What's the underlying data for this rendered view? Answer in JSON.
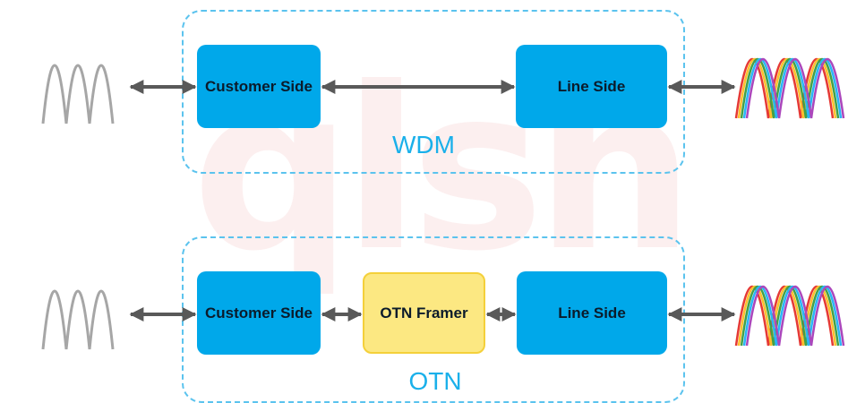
{
  "watermark": "qlsn",
  "wdm": {
    "group_label": "WDM",
    "customer_side": "Customer Side",
    "line_side": "Line Side"
  },
  "otn": {
    "group_label": "OTN",
    "customer_side": "Customer Side",
    "framer": "OTN Framer",
    "line_side": "Line Side"
  },
  "colors": {
    "block_blue": "#00a8ea",
    "framer_yellow": "#fce882",
    "dashed_border": "#5bc3ee",
    "arrow": "#595959",
    "signal_gray": "#a6a6a6",
    "wdm_signal_colors": [
      "#e53935",
      "#fbc02d",
      "#43a047",
      "#29b6f6",
      "#ab47bc"
    ]
  }
}
